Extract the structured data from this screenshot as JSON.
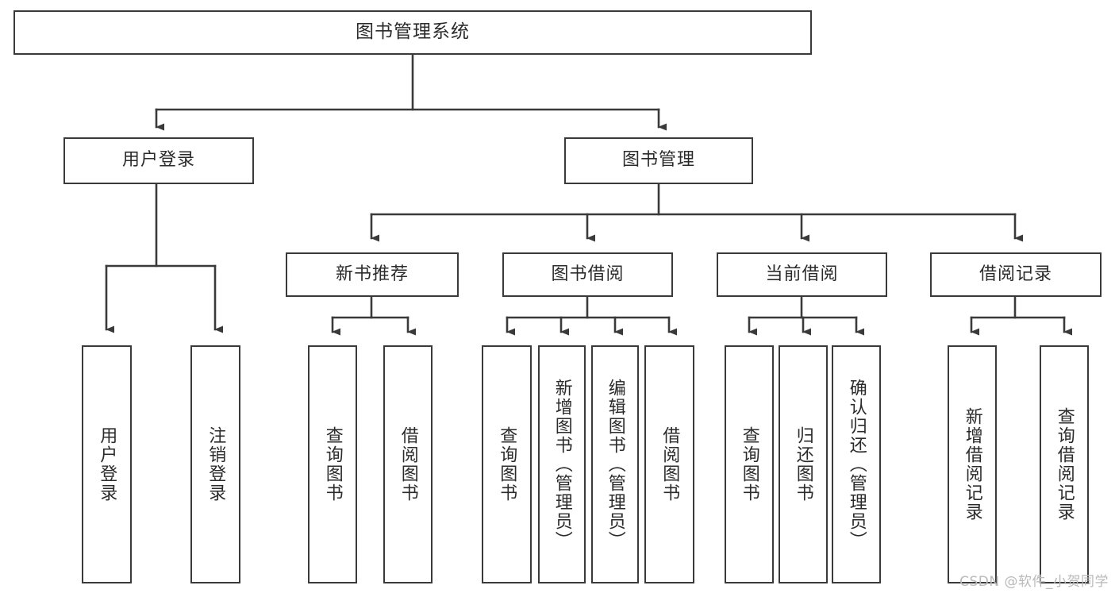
{
  "diagram": {
    "title": "图书管理系统",
    "type": "tree",
    "colors": {
      "box_border": "#3a3a3a",
      "box_fill": "#ffffff",
      "text": "#2b2b2b",
      "edge": "#3a3a3a",
      "watermark": "#b9b9b9",
      "background": "#ffffff"
    },
    "root": {
      "label": "图书管理系统"
    },
    "level2": [
      {
        "label": "用户登录"
      },
      {
        "label": "图书管理"
      }
    ],
    "level3": [
      {
        "label": "新书推荐"
      },
      {
        "label": "图书借阅"
      },
      {
        "label": "当前借阅"
      },
      {
        "label": "借阅记录"
      }
    ],
    "leaves": {
      "user_login": [
        {
          "label": "用户登录"
        },
        {
          "label": "注销登录"
        }
      ],
      "new_book_recommend": [
        {
          "label": "查询图书"
        },
        {
          "label": "借阅图书"
        }
      ],
      "book_borrow": [
        {
          "label": "查询图书"
        },
        {
          "label": "新增图书（管理员）"
        },
        {
          "label": "编辑图书（管理员）"
        },
        {
          "label": "借阅图书"
        }
      ],
      "current_borrow": [
        {
          "label": "查询图书"
        },
        {
          "label": "归还图书"
        },
        {
          "label": "确认归还（管理员）"
        }
      ],
      "borrow_record": [
        {
          "label": "新增借阅记录"
        },
        {
          "label": "查询借阅记录"
        }
      ]
    },
    "watermark": "CSDN @软件_小贺同学"
  }
}
